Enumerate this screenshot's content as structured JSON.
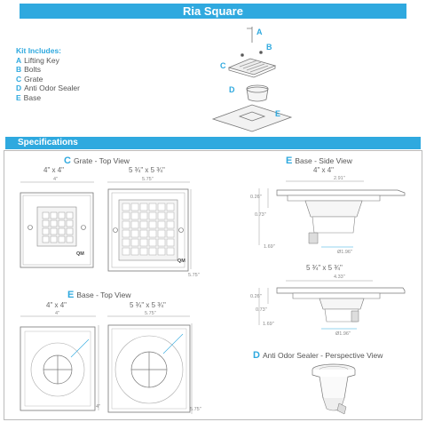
{
  "header": {
    "title": "Ria Square"
  },
  "kit": {
    "heading": "Kit Includes:",
    "items": [
      {
        "letter": "A",
        "label": "Lifting Key"
      },
      {
        "letter": "B",
        "label": "Bolts"
      },
      {
        "letter": "C",
        "label": "Grate"
      },
      {
        "letter": "D",
        "label": "Anti Odor Sealer"
      },
      {
        "letter": "E",
        "label": "Base"
      }
    ],
    "callouts": [
      "A",
      "B",
      "C",
      "D",
      "E"
    ]
  },
  "specs": {
    "heading": "Specifications",
    "grate_top": {
      "letter": "C",
      "title": "Grate - Top View",
      "small_size": "4\" x 4\"",
      "small_dim": "4\"",
      "large_size": "5 ¾\" x 5 ¾\"",
      "large_dim": "5.75\"",
      "large_side_dim": "5.75\"",
      "logo": "QM"
    },
    "base_top": {
      "letter": "E",
      "title": "Base - Top View",
      "small_size": "4\" x 4\"",
      "small_dim": "4\"",
      "small_side_dim": "4\"",
      "large_size": "5 ¾\" x 5 ¾\"",
      "large_dim": "5.75\"",
      "large_side_dim": "5.75\""
    },
    "base_side": {
      "letter": "E",
      "title": "Base - Side View",
      "small_size": "4\" x 4\"",
      "small_width": "2.91\"",
      "small_h1": "0.26\"",
      "small_h2": "0.73\"",
      "small_h3": "1.69\"",
      "small_dia": "Ø1.96\"",
      "large_size": "5 ¾\" x 5 ¾\"",
      "large_width": "4.33\"",
      "large_h1": "0.26\"",
      "large_h2": "0.73\"",
      "large_h3": "1.69\"",
      "large_dia": "Ø1.96\""
    },
    "sealer": {
      "letter": "D",
      "title": "Anti Odor Sealer - Perspective View"
    }
  }
}
